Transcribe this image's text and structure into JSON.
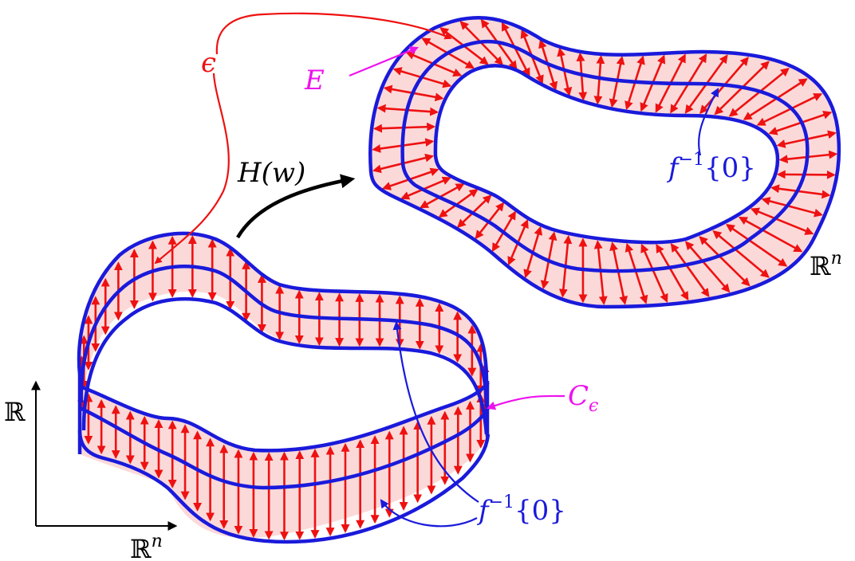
{
  "colors": {
    "band_fill": "#fcd9d9",
    "boundary": "#1a1adb",
    "arrows": "#ee1111",
    "label_magenta": "#ee11ee",
    "label_blue": "#1a1adb",
    "label_red": "#ee1111",
    "map_arrow": "#000000"
  },
  "labels": {
    "epsilon": "ϵ",
    "E": "E",
    "H_w": "H(w)",
    "preimage_top": {
      "base": "f",
      "sup": "−1",
      "tail": "{0}"
    },
    "preimage_bottom": {
      "base": "f",
      "sup": "−1",
      "tail": "{0}"
    },
    "C_eps": {
      "base": "C",
      "sub": "ϵ"
    },
    "Rn_top": {
      "base": "ℝ",
      "sup": "n"
    },
    "R_axis": "ℝ",
    "Rn_axis": {
      "base": "ℝ",
      "sup": "n"
    }
  }
}
